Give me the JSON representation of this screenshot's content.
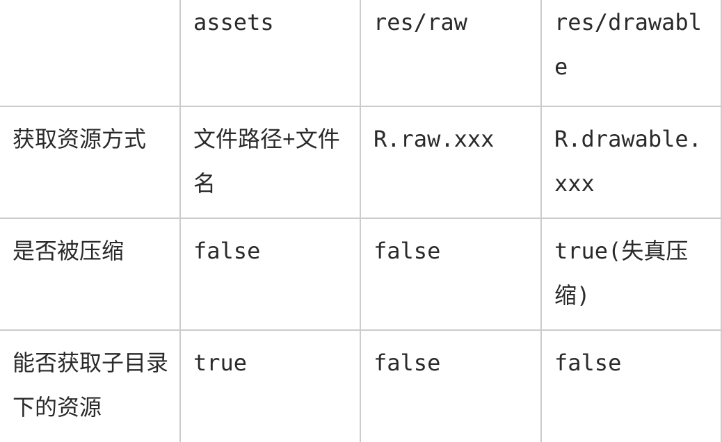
{
  "chart_data": {
    "type": "table",
    "columns": [
      "",
      "assets",
      "res/raw",
      "res/drawable"
    ],
    "rows": [
      [
        "获取资源方式",
        "文件路径+文件名",
        "R.raw.xxx",
        "R.drawable.xxx"
      ],
      [
        "是否被压缩",
        "false",
        "false",
        "true(失真压缩)"
      ],
      [
        "能否获取子目录下的资源",
        "true",
        "false",
        "false"
      ]
    ],
    "layout_hints": {
      "grid": true,
      "header_row_monospace": true,
      "value_cells_monospace": true,
      "row_label_column": 0,
      "edges_cropped": [
        "top",
        "left",
        "bottom"
      ]
    }
  },
  "colors": {
    "text": "#2a2a2a",
    "grid_line": "#cccccc",
    "background": "#ffffff"
  }
}
